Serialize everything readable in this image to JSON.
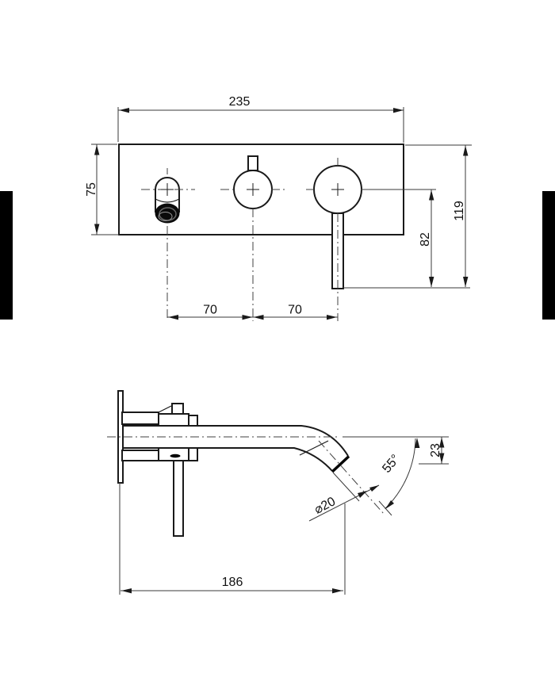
{
  "drawing": {
    "title": "wall-mounted-basin-mixer-technical-drawing",
    "colors": {
      "background": "#ffffff",
      "object_line": "#1a1a1a",
      "dimension_line": "#3a3a3a",
      "crop_bar": "#000000"
    },
    "front_view": {
      "width_label": "235",
      "plate_height_label": "75",
      "overall_height_label": "119",
      "handle_drop_label": "82",
      "left_spacing_label": "70",
      "right_spacing_label": "70"
    },
    "side_view": {
      "reach_label": "186",
      "spout_drop_label": "23",
      "spout_angle_label": "55°",
      "spout_diameter_label": "⌀20"
    }
  }
}
